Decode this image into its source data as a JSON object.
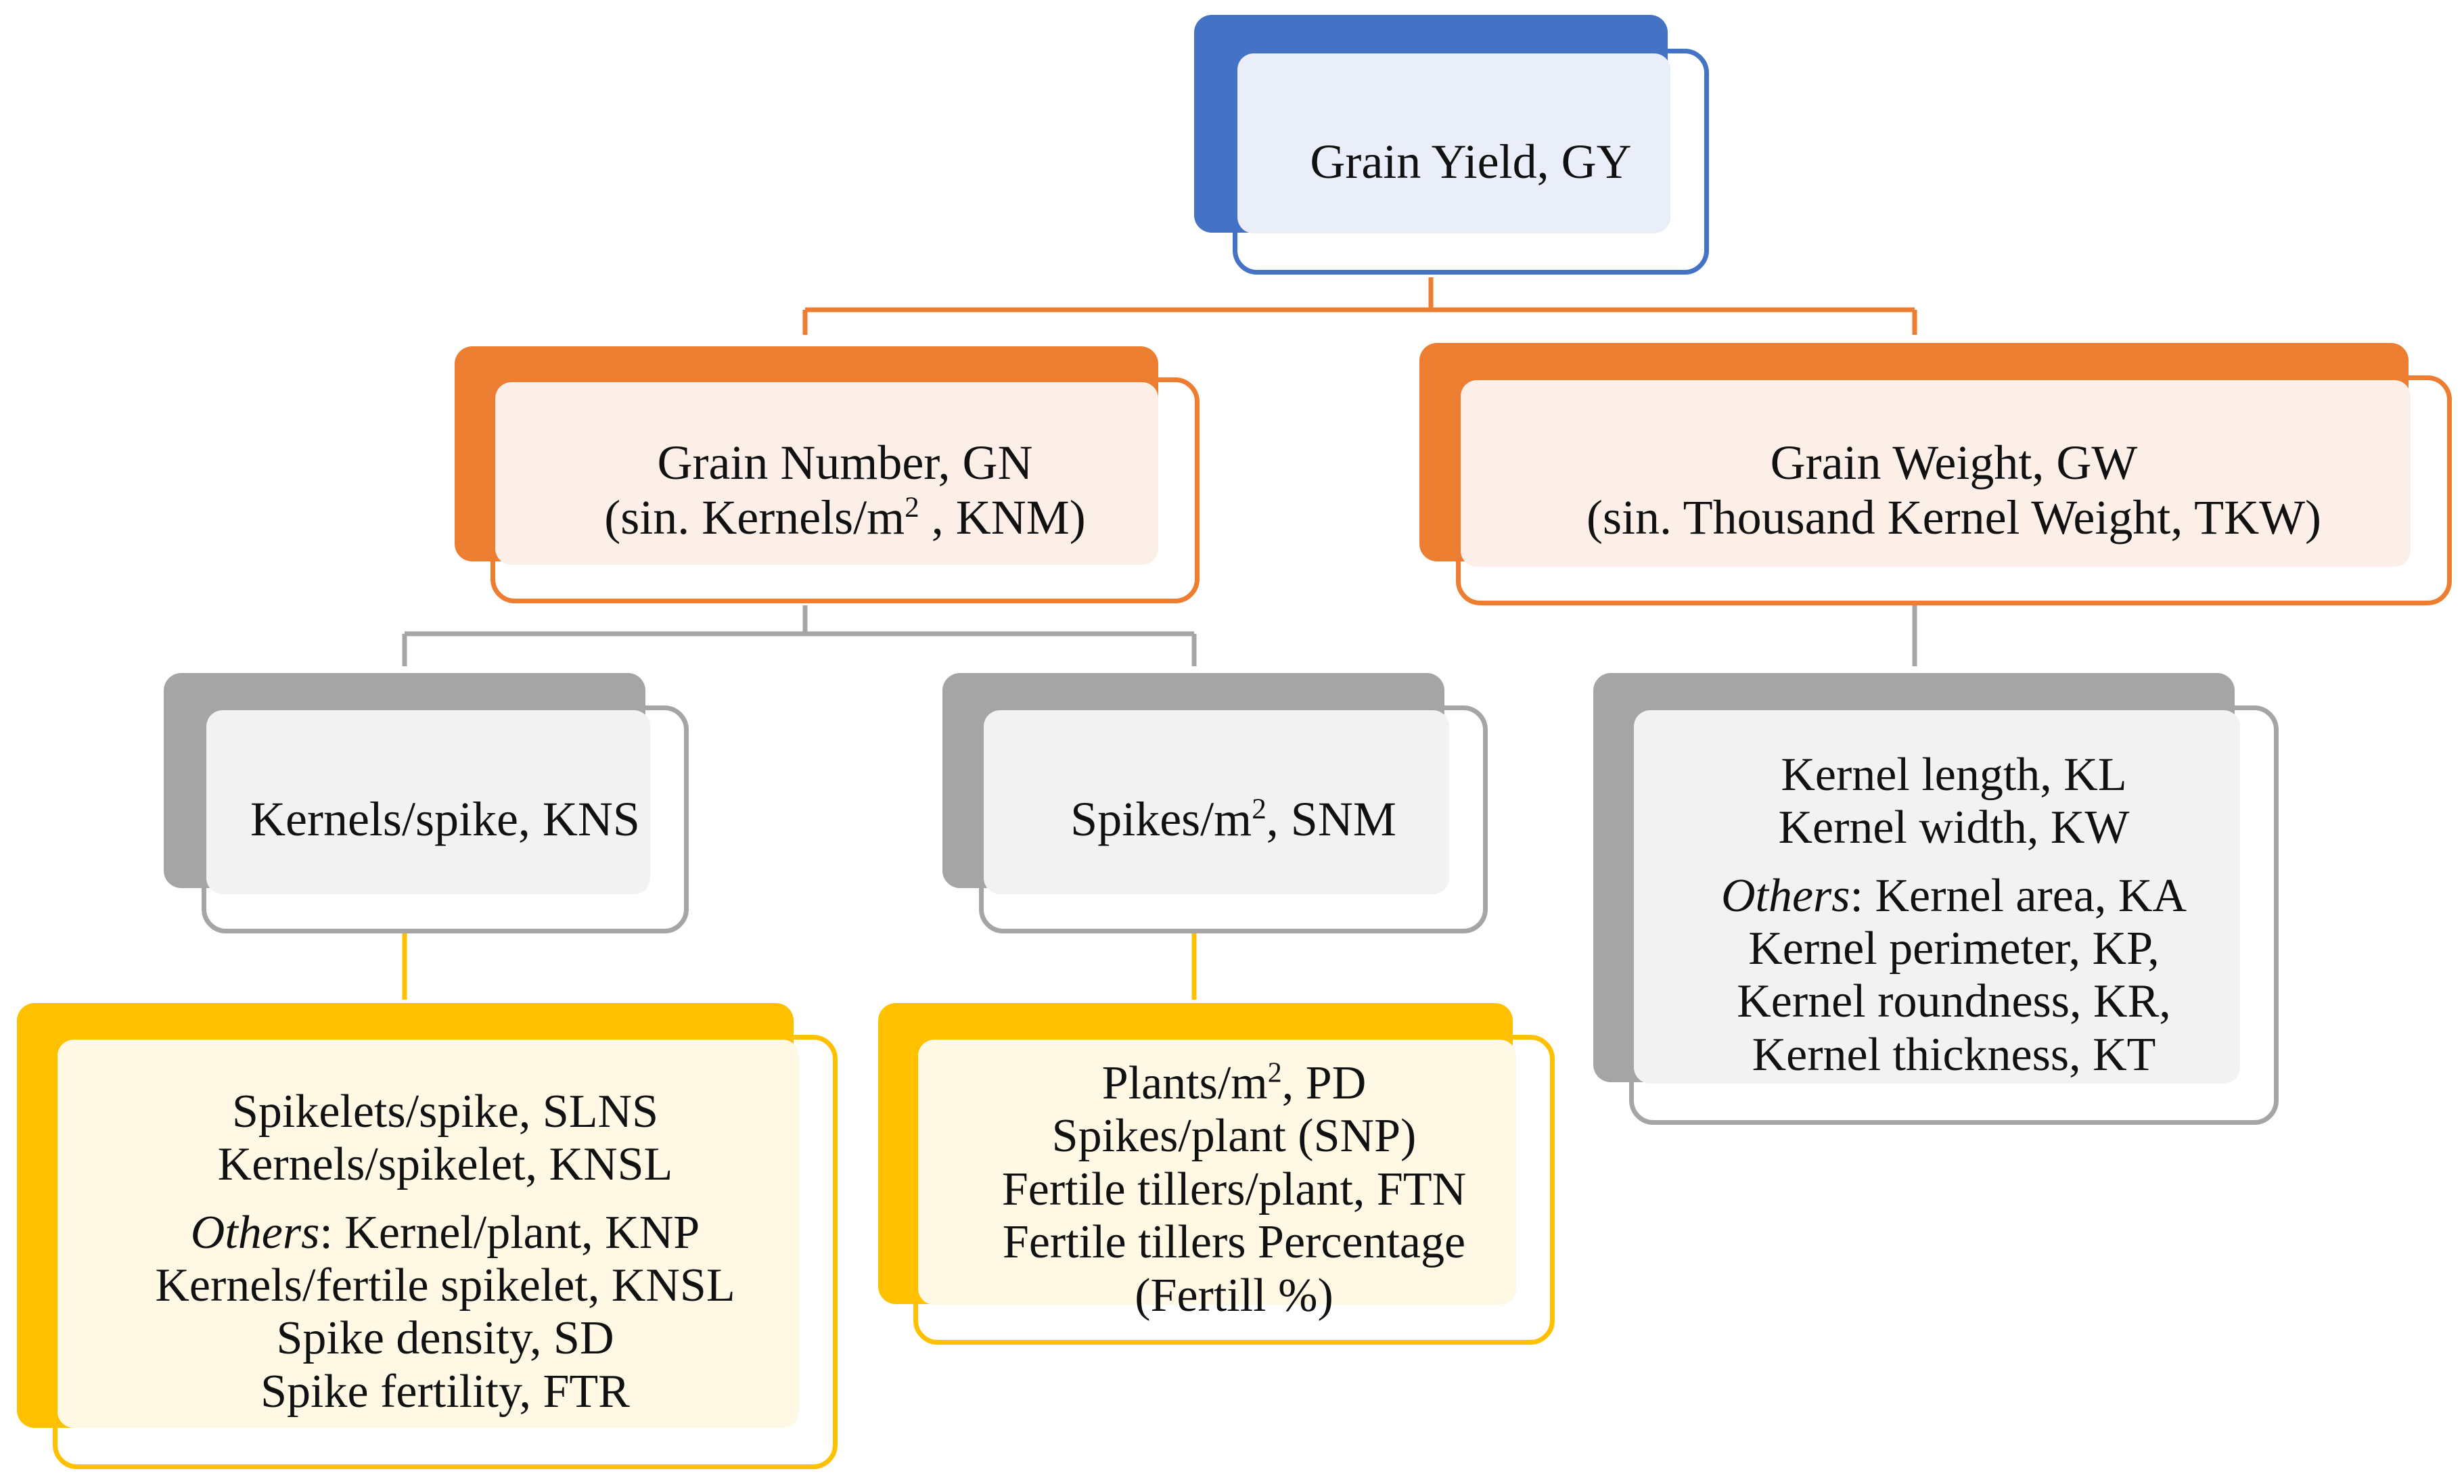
{
  "nodes": {
    "gy": {
      "label": "Grain Yield, GY"
    },
    "gn": {
      "line1": "Grain Number, GN",
      "line2_prefix": "(sin. Kernels/m",
      "line2_sup": "2",
      "line2_suffix": " , KNM)"
    },
    "gw": {
      "line1": "Grain Weight, GW",
      "line2": "(sin. Thousand Kernel Weight, TKW)"
    },
    "kns": {
      "label": "Kernels/spike, KNS"
    },
    "snm": {
      "prefix": "Spikes/m",
      "sup": "2",
      "suffix": ", SNM"
    },
    "kernel_dims": {
      "lines": [
        "Kernel length, KL",
        "Kernel width, KW"
      ],
      "others_label": "Others",
      "others_first": ": Kernel area, KA",
      "others_rest": [
        "Kernel perimeter, KP,",
        "Kernel roundness, KR,",
        "Kernel thickness, KT"
      ]
    },
    "kns_components": {
      "lines": [
        "Spikelets/spike, SLNS",
        "Kernels/spikelet, KNSL"
      ],
      "others_label": "Others",
      "others_first": ": Kernel/plant, KNP",
      "others_rest": [
        "Kernels/fertile spikelet, KNSL",
        "Spike density, SD",
        "Spike fertility, FTR"
      ]
    },
    "snm_components": {
      "line1_prefix": "Plants/m",
      "line1_sup": "2",
      "line1_suffix": ", PD",
      "lines": [
        "Spikes/plant (SNP)",
        "Fertile tillers/plant, FTN",
        "Fertile tillers Percentage",
        "(Fertill %)"
      ]
    }
  },
  "colors": {
    "blue": "#4472c4",
    "orange": "#ed7d31",
    "gray": "#a5a5a5",
    "yellow": "#ffc000"
  }
}
